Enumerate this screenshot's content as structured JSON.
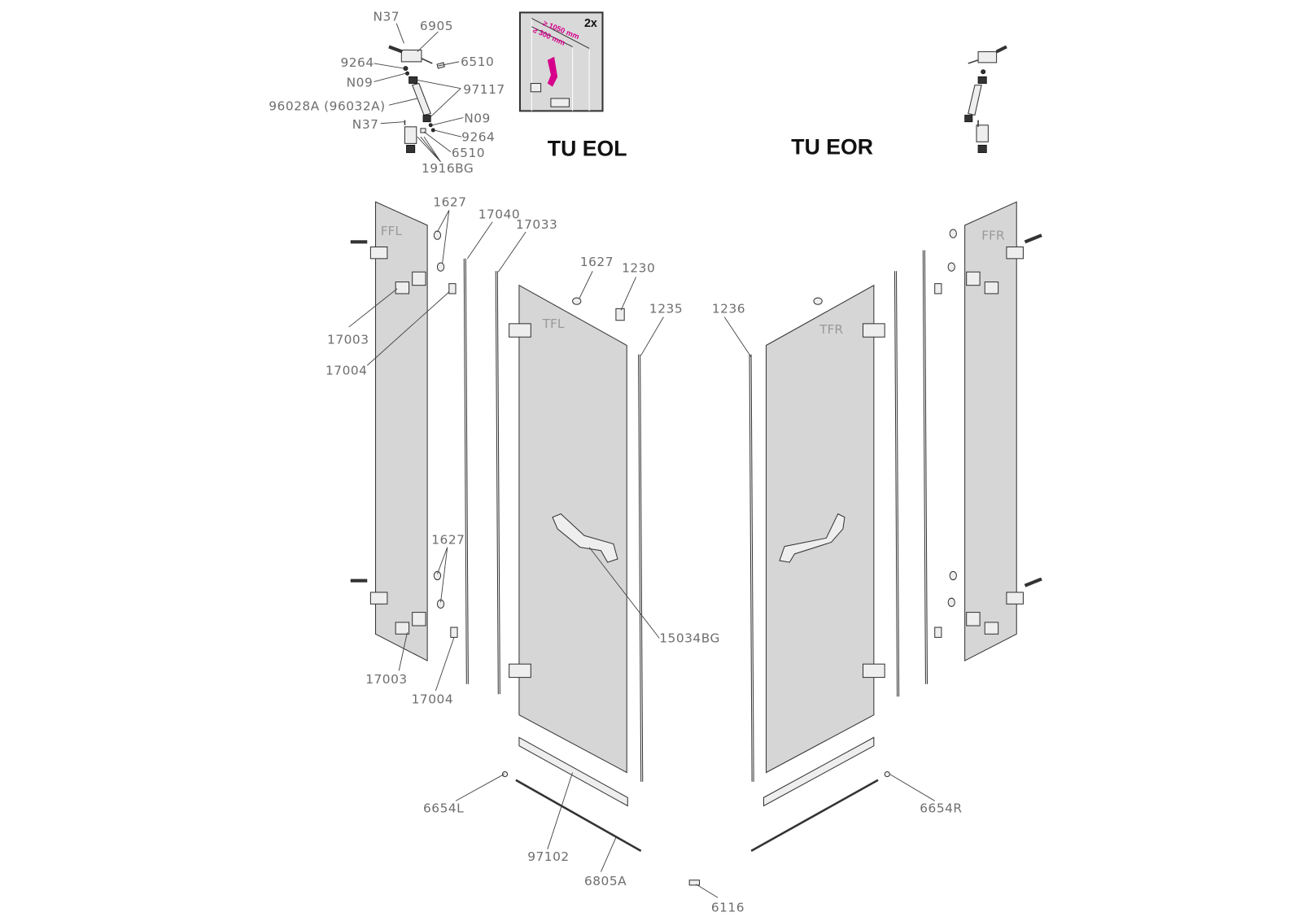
{
  "titles": {
    "left": "TU EOL",
    "right": "TU EOR"
  },
  "inset": {
    "count": "2x",
    "dim_outer": "≥ 1050 mm",
    "dim_inner": "≥ 300 mm",
    "accent": "#d6008a"
  },
  "panels": {
    "ffl": "FFL",
    "tfl": "TFL",
    "tfr": "TFR",
    "ffr": "FFR"
  },
  "labels": {
    "n37_top": "N37",
    "p6905": "6905",
    "p9264_top": "9264",
    "p6510_top": "6510",
    "n09_top": "N09",
    "p97117": "97117",
    "p96028a": "96028A (96032A)",
    "n37_bot": "N37",
    "n09_bot": "N09",
    "p9264_bot": "9264",
    "p6510_bot": "6510",
    "p1916bg": "1916BG",
    "p1627_top": "1627",
    "p17040": "17040",
    "p17033": "17033",
    "p1627_door": "1627",
    "p1230": "1230",
    "p1235": "1235",
    "p1236": "1236",
    "p17003_top": "17003",
    "p17004_top": "17004",
    "p1627_bot": "1627",
    "p17003_bot": "17003",
    "p17004_bot": "17004",
    "p15034bg": "15034BG",
    "p6654l": "6654L",
    "p6654r": "6654R",
    "p97102": "97102",
    "p6805a": "6805A",
    "p6116": "6116"
  }
}
